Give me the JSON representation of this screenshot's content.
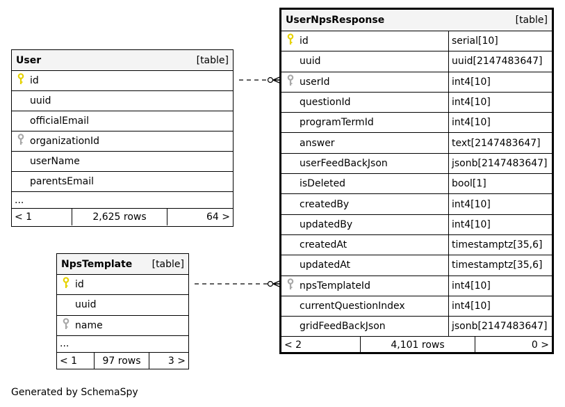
{
  "tables": {
    "user": {
      "name": "User",
      "kind": "[table]",
      "columns": [
        {
          "name": "id",
          "key": "primary"
        },
        {
          "name": "uuid",
          "key": ""
        },
        {
          "name": "officialEmail",
          "key": ""
        },
        {
          "name": "organizationId",
          "key": "foreign"
        },
        {
          "name": "userName",
          "key": ""
        },
        {
          "name": "parentsEmail",
          "key": ""
        }
      ],
      "ellipsis": "...",
      "footer": {
        "prev": "< 1",
        "rows": "2,625 rows",
        "next": "64 >"
      }
    },
    "npsTemplate": {
      "name": "NpsTemplate",
      "kind": "[table]",
      "columns": [
        {
          "name": "id",
          "key": "primary"
        },
        {
          "name": "uuid",
          "key": ""
        },
        {
          "name": "name",
          "key": "foreign"
        }
      ],
      "ellipsis": "...",
      "footer": {
        "prev": "< 1",
        "rows": "97 rows",
        "next": "3 >"
      }
    },
    "userNpsResponse": {
      "name": "UserNpsResponse",
      "kind": "[table]",
      "columns": [
        {
          "name": "id",
          "type": "serial[10]",
          "key": "primary"
        },
        {
          "name": "uuid",
          "type": "uuid[2147483647]",
          "key": ""
        },
        {
          "name": "userId",
          "type": "int4[10]",
          "key": "foreign"
        },
        {
          "name": "questionId",
          "type": "int4[10]",
          "key": ""
        },
        {
          "name": "programTermId",
          "type": "int4[10]",
          "key": ""
        },
        {
          "name": "answer",
          "type": "text[2147483647]",
          "key": ""
        },
        {
          "name": "userFeedBackJson",
          "type": "jsonb[2147483647]",
          "key": ""
        },
        {
          "name": "isDeleted",
          "type": "bool[1]",
          "key": ""
        },
        {
          "name": "createdBy",
          "type": "int4[10]",
          "key": ""
        },
        {
          "name": "updatedBy",
          "type": "int4[10]",
          "key": ""
        },
        {
          "name": "createdAt",
          "type": "timestamptz[35,6]",
          "key": ""
        },
        {
          "name": "updatedAt",
          "type": "timestamptz[35,6]",
          "key": ""
        },
        {
          "name": "npsTemplateId",
          "type": "int4[10]",
          "key": "foreign"
        },
        {
          "name": "currentQuestionIndex",
          "type": "int4[10]",
          "key": ""
        },
        {
          "name": "gridFeedBackJson",
          "type": "jsonb[2147483647]",
          "key": ""
        }
      ],
      "footer": {
        "prev": "< 2",
        "rows": "4,101 rows",
        "next": "0 >"
      }
    }
  },
  "credit": "Generated by SchemaSpy",
  "colors": {
    "primary_key": "#e6d200",
    "foreign_key": "#a8a8a8",
    "header_bg": "#f4f4f4"
  }
}
